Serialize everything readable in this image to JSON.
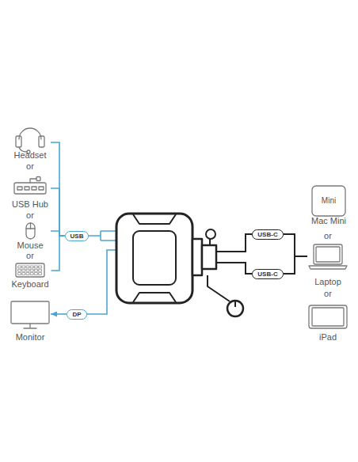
{
  "diagram": {
    "nodes": [
      {
        "text": [
          "Headset"
        ]
      },
      {
        "text": [
          "USB Hub"
        ]
      },
      {
        "text": [
          "Mouse"
        ]
      },
      {
        "text": [
          "Keyboard"
        ]
      },
      {
        "text": [
          "Monitor"
        ]
      },
      {
        "text": [
          "USB"
        ]
      },
      {
        "text": [
          "DP"
        ]
      },
      {
        "text": [
          "USB-C"
        ]
      },
      {
        "text": [
          "USB-C"
        ]
      },
      {
        "text": [
          "Mini",
          "Mac Mini"
        ]
      },
      {
        "text": [
          "Laptop"
        ]
      },
      {
        "text": [
          "iPad"
        ]
      }
    ],
    "edges": [
      {
        "from": 0,
        "to": 5,
        "arrow": "none"
      },
      {
        "from": 1,
        "to": 5,
        "arrow": "none"
      },
      {
        "from": 2,
        "to": 5,
        "arrow": "none"
      },
      {
        "from": 3,
        "to": 5,
        "arrow": "none"
      },
      {
        "from": 6,
        "to": 4,
        "arrow": "to"
      },
      {
        "from": 7,
        "to": 10,
        "arrow": "none"
      },
      {
        "from": 8,
        "to": 10,
        "arrow": "none"
      }
    ],
    "labels": [
      "or",
      "or",
      "or",
      "or",
      "or"
    ]
  }
}
